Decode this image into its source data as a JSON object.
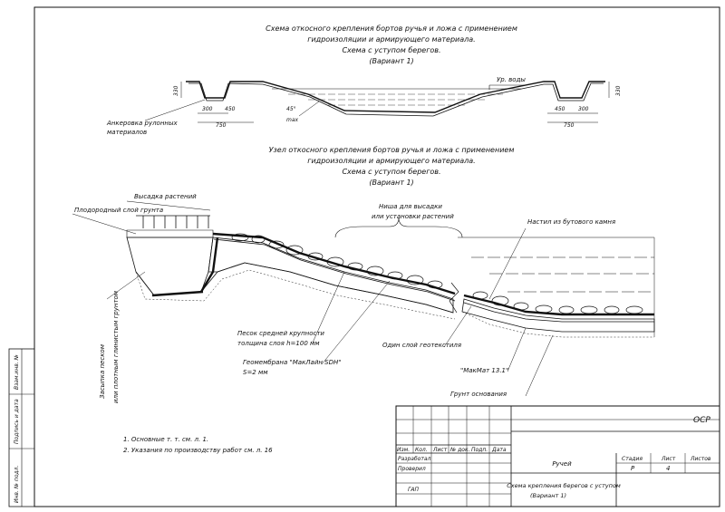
{
  "top_title": [
    "Схема откосного крепления бортов ручья и ложа с применением",
    "гидроизоляции и армирующего материала.",
    "Схема с уступом берегов.",
    "(Вариант 1)"
  ],
  "top_labels": {
    "water_level": "Ур. воды",
    "anchor": [
      "Анкеровка рулонных",
      "материалов"
    ],
    "dim_330": "330",
    "dim_300": "300",
    "dim_450": "450",
    "dim_750": "750",
    "angle": "45°",
    "angle_max": "max"
  },
  "mid_title": [
    "Узел откосного крепления бортов ручья и ложа с применением",
    "гидроизоляции и армирующего материала.",
    "Схема с уступом берегов.",
    "(Вариант 1)"
  ],
  "node_labels": {
    "plants": "Высадка растений",
    "topsoil": "Плодородный слой грунта",
    "niche": [
      "Ниша для высадки",
      "или установки растений"
    ],
    "rubble": "Настил из бутового камня",
    "sand": [
      "Песок средней крупности",
      "толщина слоя h=100 мм"
    ],
    "geomembrane": [
      "Геомембрана \"МакЛайн SDH\"",
      "S=2 мм"
    ],
    "geotextile": "Один слой геотекстиля",
    "makmat": "\"МакМат 13.1\"",
    "base_soil": "Грунт основания",
    "backfill": [
      "Засыпка песком",
      "или плотным глинистым грунтом"
    ]
  },
  "notes": [
    "1. Основные т. т. см. л. 1.",
    "2. Указания по производству работ см. л. 16"
  ],
  "side_stamp": [
    "Инв. № подл.",
    "Подпись и дата",
    "Взам.инв. №"
  ],
  "stamp": {
    "code": "ОСР",
    "headers": [
      "Изм.",
      "Кол.",
      "Лист",
      "№ док.",
      "Подп.",
      "Дата"
    ],
    "developed": "Разработал",
    "checked": "Проверил",
    "gap": "ГАП",
    "object": "Ручей",
    "sheet_title": [
      "Схема крепления берегов с уступом",
      "(Вариант 1)"
    ],
    "stage_label": "Стадия",
    "sheet_label": "Лист",
    "sheets_label": "Листов",
    "stage": "Р",
    "sheet": "4",
    "sheets": ""
  }
}
